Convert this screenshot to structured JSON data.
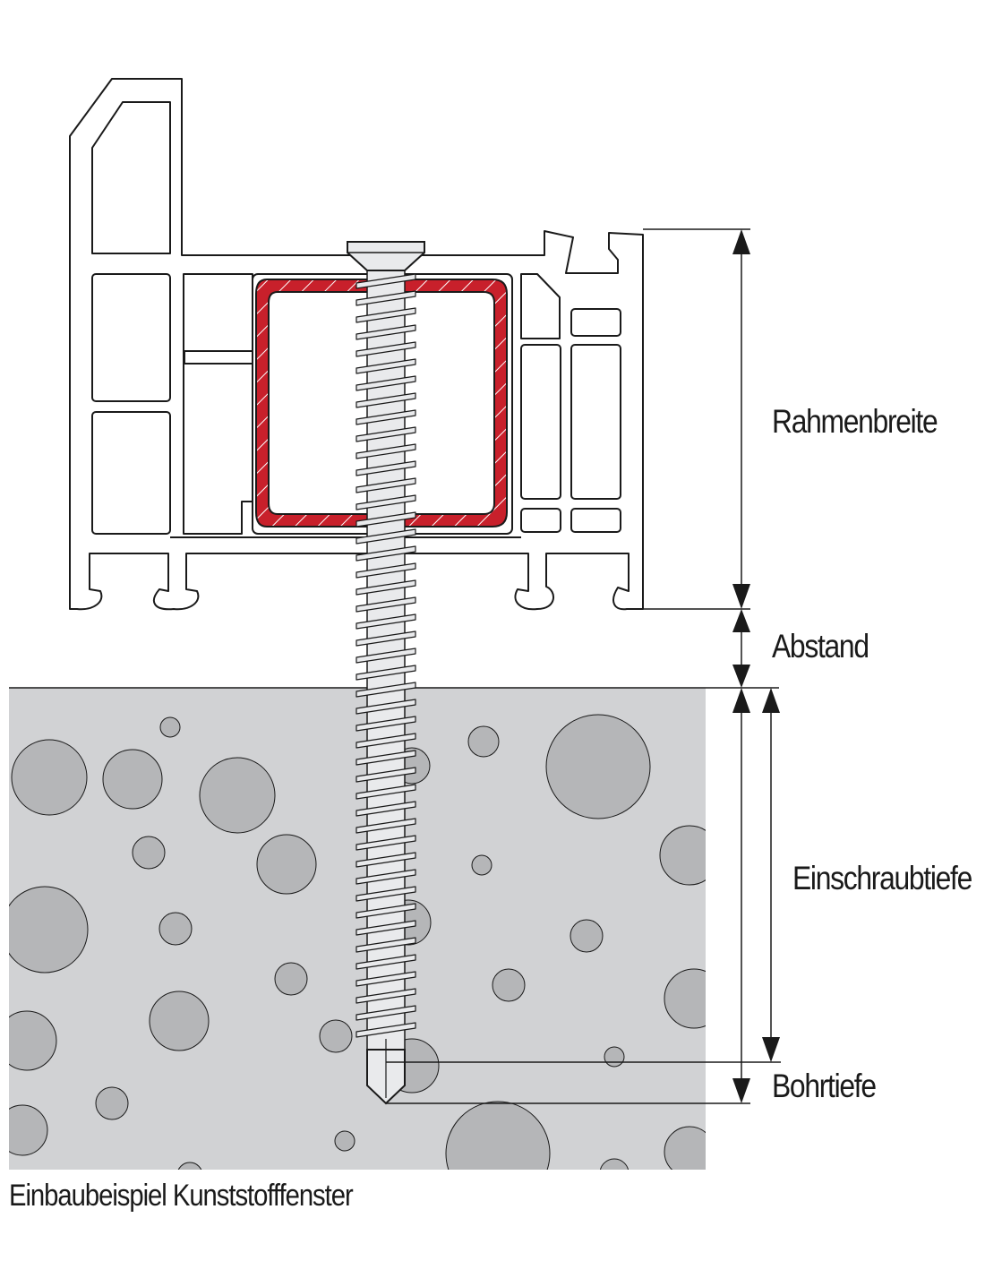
{
  "labels": {
    "frame_width": "Rahmenbreite",
    "gap": "Abstand",
    "screw_depth": "Einschraubtiefe",
    "drill_depth": "Bohrtiefe"
  },
  "caption": "Einbaubeispiel Kunststofffenster",
  "colors": {
    "reinforcement": "#c8202b",
    "concrete": "#d1d2d4",
    "aggregate": "#b5b6b8",
    "screw": "#e9eaec",
    "line": "#1a1a1a"
  }
}
